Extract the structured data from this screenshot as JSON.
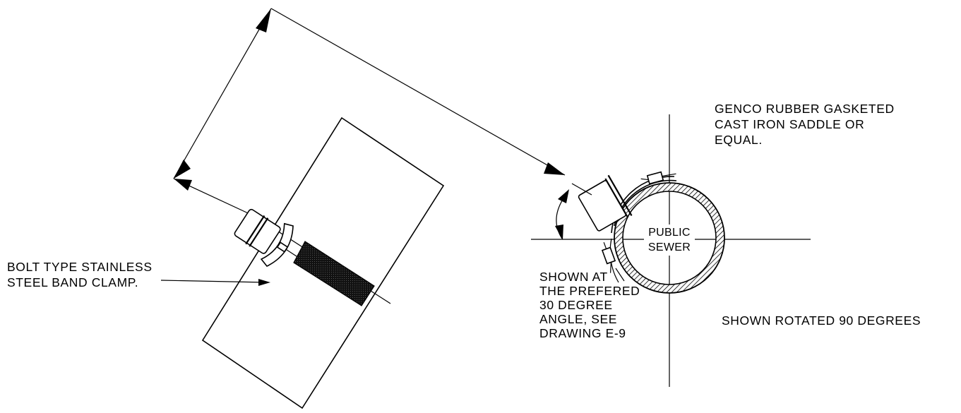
{
  "labels": {
    "saddle_note": [
      "GENCO RUBBER GASKETED",
      "CAST IRON SADDLE OR",
      "EQUAL."
    ],
    "clamp_note": [
      "BOLT TYPE STAINLESS",
      "STEEL BAND CLAMP."
    ],
    "angle_note": [
      "SHOWN AT",
      "THE PREFERED",
      "30 DEGREE",
      "ANGLE, SEE",
      "DRAWING E-9"
    ],
    "rotation_note": "SHOWN ROTATED 90 DEGREES",
    "pipe_label": [
      "PUBLIC",
      "SEWER"
    ]
  }
}
